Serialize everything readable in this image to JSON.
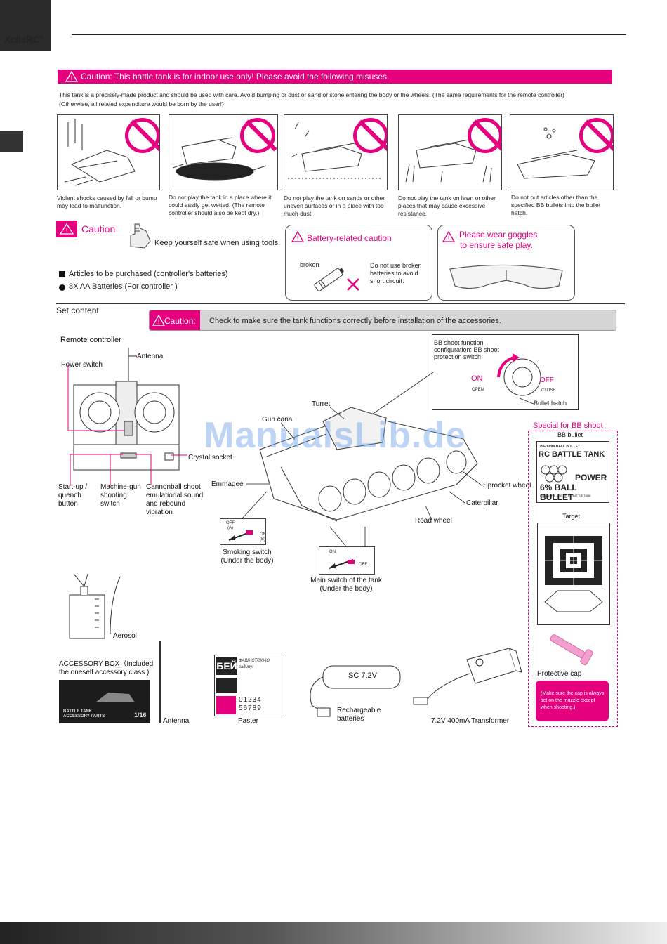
{
  "brand": {
    "logo": "XciteRC",
    "logo_mark": "®"
  },
  "colors": {
    "accent": "#e5007e",
    "dark": "#2b2b2b"
  },
  "banner": {
    "text": "Caution: This battle tank is for indoor use only! Please avoid the following misuses."
  },
  "intro": {
    "line1": "This tank is a precisely-made product and should be used with care. Avoid bumping or dust or sand or stone entering the body or the wheels. (The same requirements for the remote controller)",
    "line2": "(Otherwise, all related expenditure would be born by the user!)"
  },
  "misuses": [
    {
      "caption": "Violent shocks caused by fall or bump may lead to malfunction.",
      "icon": "no-entry-icon"
    },
    {
      "caption": "Do not play the tank in a place where it could easily get wetted. (The remote controller should also be kept dry.)",
      "icon": "no-entry-icon"
    },
    {
      "caption": "Do not play the tank on sands or other uneven surfaces or in a place with too much dust.",
      "icon": "no-entry-icon"
    },
    {
      "caption": "Do not play the tank on lawn or other places that may cause excessive resistance.",
      "icon": "no-entry-icon"
    },
    {
      "caption": "Do not put articles other than the specified BB bullets into the bullet hatch.",
      "icon": "no-entry-icon"
    }
  ],
  "caution_tools": {
    "title": "Caution",
    "text": "Keep yourself safe when using tools."
  },
  "battery_caution": {
    "title": "Battery-related caution",
    "broken": "broken",
    "text": "Do not use broken batteries to avoid short circuit."
  },
  "goggles": {
    "line1": "Please wear goggles",
    "line2": "to ensure safe play."
  },
  "purchase": {
    "item1": "Articles to be purchased (controller's batteries)",
    "item2": "8X AA Batteries (For controller )"
  },
  "set_content": {
    "title": "Set content",
    "caution_label": "Caution:",
    "caution_text": "Check to make sure the tank functions correctly before installation of the accessories."
  },
  "remote": {
    "title": "Remote controller",
    "antenna": "Antenna",
    "power_switch": "Power switch",
    "crystal_socket": "Crystal socket",
    "startup": "Start-up / quench button",
    "machine_gun": "Machine-gun shooting switch",
    "cannonball": "Cannonball shoot emulational sound and rebound vibration"
  },
  "bb_config": {
    "text": "BB shoot function configuration: BB shoot protection switch",
    "on": "ON",
    "off": "OFF",
    "open": "OPEN",
    "close": "CLOSE",
    "hatch": "Bullet hatch"
  },
  "tank": {
    "turret": "Turret",
    "gun_canal": "Gun canal",
    "emmagee": "Emmagee",
    "sprocket": "Sprocket wheel",
    "caterpillar": "Caterpillar",
    "road_wheel": "Road wheel"
  },
  "smoke": {
    "off": "OFF",
    "off_a": "(A)",
    "on": "ON",
    "on_b": "(B)",
    "label": "Smoking switch (Under the body)"
  },
  "main_switch": {
    "on": "ON",
    "off": "OFF",
    "label": "Main switch of the tank (Under the body)"
  },
  "special": {
    "title": "Special for BB shoot",
    "bb_bullet": "BB bullet",
    "pack_line1": "USE 6mm BALL BULLET",
    "pack_title": "RC BATTLE TANK",
    "pack_power": "POWER",
    "pack_ball": "6% BALL BULLET",
    "pack_small": "EXCLUSIVE USE OF RC BATTLE TANK",
    "target": "Target",
    "cap": "Protective cap",
    "cap_note": "(Make sure the cap is always set on the muzzle except when shooting.)"
  },
  "accessories": {
    "aerosol": "Aerosol",
    "box_label": "ACCESSORY BOX（Included the oneself accessory class )",
    "box_title": "BATTLE TANK ACCESSORY PARTS",
    "box_scale": "1/16",
    "antenna": "Antenna",
    "paster": "Paster",
    "paster_top": "БЕЙ",
    "paster_script": "ФАШИСТСКУЮ гадину!",
    "paster_digits": "01234 56789",
    "battery_label": "SC 7.2V",
    "rechargeable": "Rechargeable batteries",
    "transformer": "7.2V 400mA Transformer"
  },
  "watermark": "ManualsLib.de"
}
